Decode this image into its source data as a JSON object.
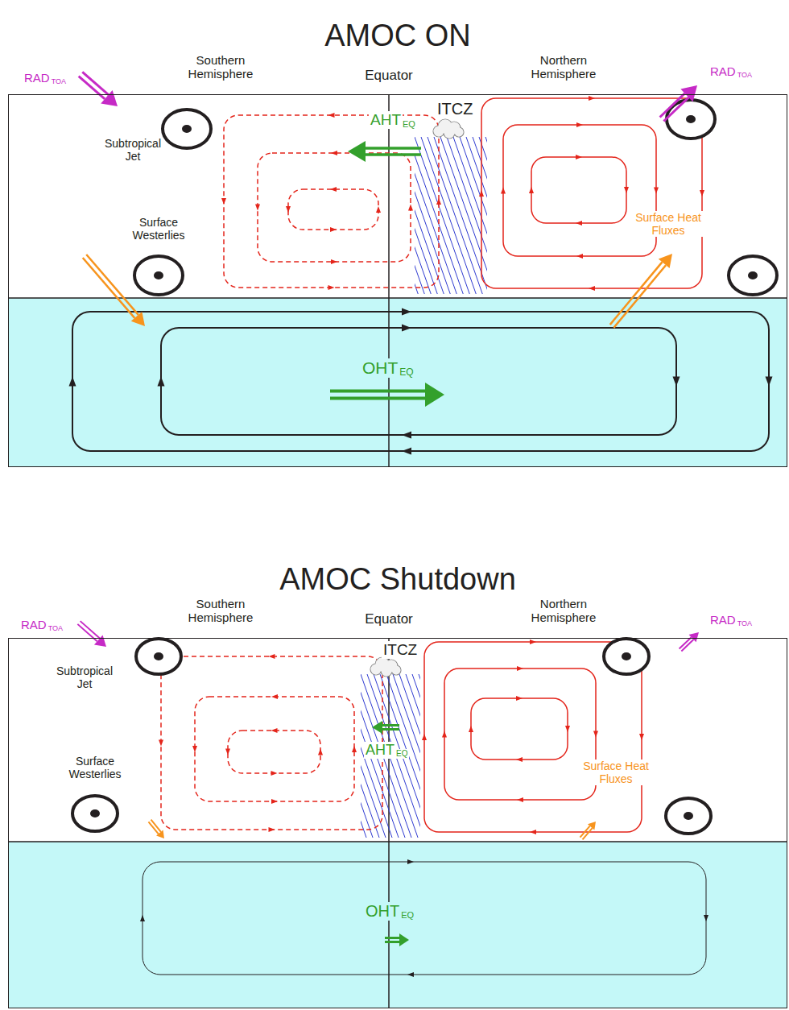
{
  "diagram": {
    "nodes": [
      {
        "text": [
          "AMOC ON"
        ]
      },
      {
        "text": [
          "AMOC Shutdown"
        ]
      }
    ],
    "labels": [
      "RAD",
      "TOA",
      "Southern Hemisphere",
      "Equator",
      "Northern Hemisphere",
      "RAD",
      "TOA",
      "ITCZ",
      "Subtropical Jet",
      "AHT",
      "EQ",
      "Surface Westerlies",
      "Surface Heat Fluxes",
      "OHT",
      "EQ",
      "RAD",
      "TOA",
      "Southern Hemisphere",
      "Equator",
      "Northern Hemisphere",
      "RAD",
      "TOA",
      "ITCZ",
      "Subtropical Jet",
      "AHT",
      "EQ",
      "Surface Westerlies",
      "Surface Heat Fluxes",
      "OHT",
      "EQ"
    ]
  }
}
